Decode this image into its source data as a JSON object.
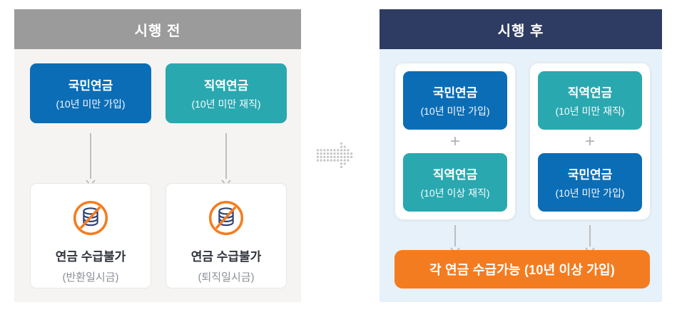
{
  "colors": {
    "gray_header": "#9a9b9a",
    "navy_header": "#2e3b63",
    "blue": "#0b6db6",
    "teal": "#2aa8b0",
    "orange": "#f47c20",
    "left_bg": "#f5f4f3",
    "right_bg": "#e6f1f9",
    "arrow_gray": "#b5b5b5",
    "dot_gray": "#c6c6c6",
    "icon_navy": "#2e3f6e"
  },
  "before": {
    "title": "시행 전",
    "boxes": [
      {
        "title": "국민연금",
        "subtitle": "(10년 미만 가입)",
        "color": "blue"
      },
      {
        "title": "직역연금",
        "subtitle": "(10년 미만 재직)",
        "color": "teal"
      }
    ],
    "results": [
      {
        "title": "연금 수급불가",
        "subtitle": "(반환일시금)",
        "icon": "no-pension-coins-icon"
      },
      {
        "title": "연금 수급불가",
        "subtitle": "(퇴직일시금)",
        "icon": "no-pension-coins-icon"
      }
    ]
  },
  "after": {
    "title": "시행 후",
    "cards": [
      {
        "top": {
          "title": "국민연금",
          "subtitle": "(10년 미만 가입)",
          "color": "blue"
        },
        "plus": "+",
        "bottom": {
          "title": "직역연금",
          "subtitle": "(10년 이상 재직)",
          "color": "teal"
        }
      },
      {
        "top": {
          "title": "직역연금",
          "subtitle": "(10년 미만 재직)",
          "color": "teal"
        },
        "plus": "+",
        "bottom": {
          "title": "국민연금",
          "subtitle": "(10년 미만 가입)",
          "color": "blue"
        }
      }
    ],
    "banner": "각 연금 수급가능 (10년 이상 가입)"
  },
  "icons": {
    "transition": "dotted-right-arrow-icon",
    "flow": "down-arrow-icon",
    "result": "no-pension-coins-icon"
  }
}
